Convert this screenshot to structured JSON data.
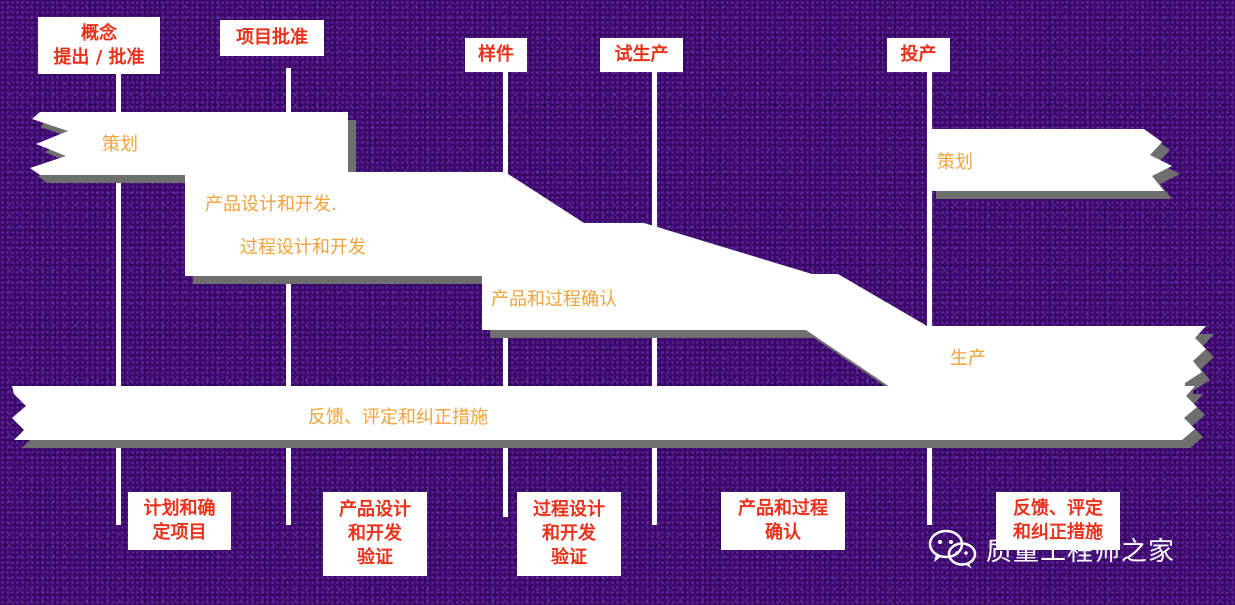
{
  "milestones": {
    "concept": "概念\n提出 / 批准",
    "project": "项目批准",
    "sample": "样件",
    "trial": "试生产",
    "launch": "投产"
  },
  "phases": {
    "planning": "策划",
    "product_design": "产品设计和开发.",
    "process_design": "过程设计和开发",
    "validation": "产品和过程确认",
    "production": "生产",
    "feedback": "反馈、评定和纠正措施",
    "planning_right": "策划"
  },
  "outputs": {
    "plan": "计划和确\n定项目",
    "product": "产品设计\n和开发\n验证",
    "process": "过程设计\n和开发\n验证",
    "validation": "产品和过程\n确认",
    "feedback": "反馈、评定\n和纠正措施"
  },
  "watermark": "质量工程师之家",
  "colors": {
    "background": "#3e0a6e",
    "phase_text": "#f2a23a",
    "milestone_text": "#e8321c",
    "band": "#ffffff",
    "shadow": "#6f6f6f"
  }
}
